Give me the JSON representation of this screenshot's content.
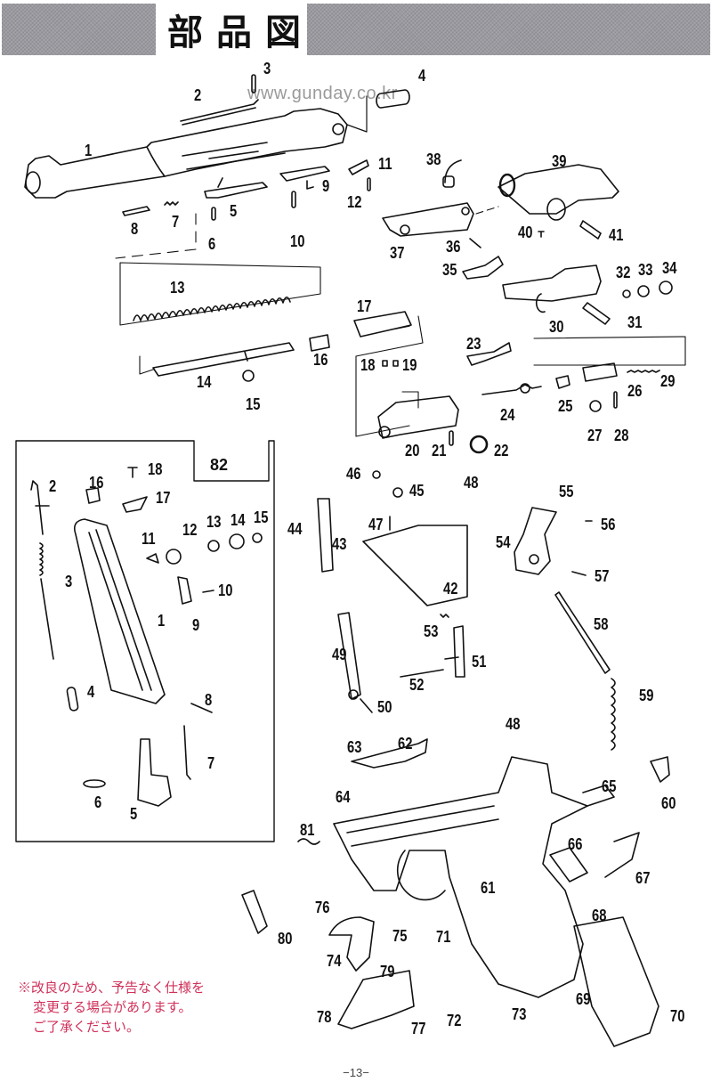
{
  "header": {
    "title_chars": [
      "部",
      "品",
      "図"
    ],
    "bar_color": "#9a9aa0"
  },
  "watermark": "www.gunday.co.kr",
  "inset_box": {
    "label": "82"
  },
  "labels": {
    "slide_group": [
      "1",
      "2",
      "3",
      "4",
      "5",
      "6",
      "7",
      "8",
      "9",
      "10",
      "11",
      "12"
    ],
    "recoil_group": [
      "13",
      "14",
      "15",
      "16",
      "17",
      "18",
      "19"
    ],
    "bolt_group": [
      "20",
      "21",
      "22",
      "23",
      "24",
      "25",
      "26",
      "27",
      "28",
      "29"
    ],
    "toggle_group": [
      "30",
      "31",
      "32",
      "33",
      "34",
      "35",
      "36",
      "37",
      "38",
      "39",
      "40",
      "41"
    ],
    "magazine_group": [
      "1",
      "2",
      "3",
      "4",
      "5",
      "6",
      "7",
      "8",
      "9",
      "10",
      "11",
      "12",
      "13",
      "14",
      "15",
      "16",
      "17",
      "18"
    ],
    "trigger_group": [
      "42",
      "43",
      "44",
      "45",
      "46",
      "47",
      "48",
      "49",
      "50",
      "51",
      "52",
      "53"
    ],
    "hammer_group": [
      "54",
      "55",
      "56",
      "57",
      "58",
      "59",
      "60"
    ],
    "frame_group": [
      "48",
      "61",
      "62",
      "63",
      "64",
      "65",
      "66",
      "67",
      "68",
      "69",
      "70",
      "71",
      "72",
      "73",
      "74",
      "75",
      "76",
      "77",
      "78",
      "79",
      "80",
      "81"
    ]
  },
  "notice": {
    "line1": "※改良のため、予告なく仕様を",
    "line2": "変更する場合があります。",
    "line3": "ご了承ください。",
    "color": "#d0305a"
  },
  "page_number": "−13−"
}
